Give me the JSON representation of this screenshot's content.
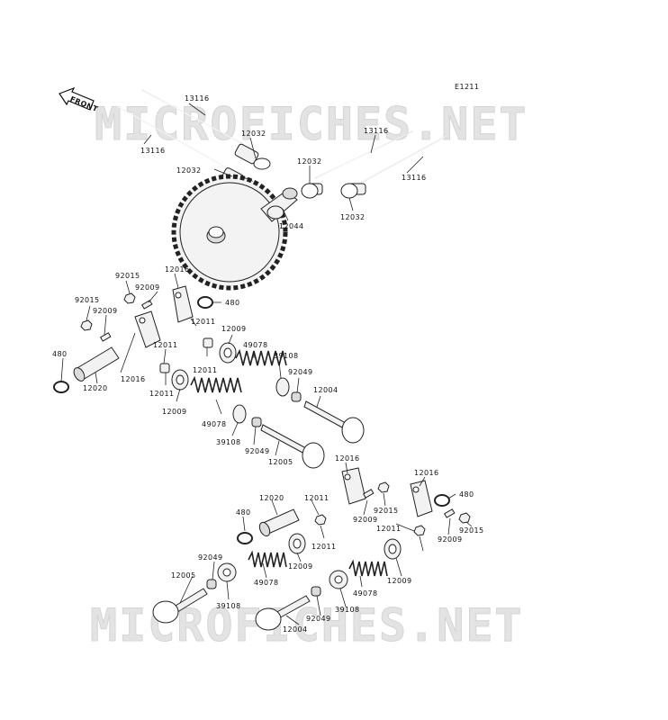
{
  "diagram_code": "E1211",
  "front_label": "FRONT",
  "watermark_text": "MICROFICHES.NET",
  "labels": [
    {
      "id": "pushrod-a",
      "text": "13116"
    },
    {
      "id": "pushrod-b",
      "text": "13116"
    },
    {
      "id": "pushrod-c",
      "text": "13116"
    },
    {
      "id": "pushrod-d",
      "text": "13116"
    },
    {
      "id": "lifter-a",
      "text": "12032"
    },
    {
      "id": "lifter-b",
      "text": "12032"
    },
    {
      "id": "lifter-c",
      "text": "12032"
    },
    {
      "id": "lifter-d",
      "text": "12032"
    },
    {
      "id": "camshaft",
      "text": "12044"
    },
    {
      "id": "nut-a",
      "text": "92015"
    },
    {
      "id": "nut-b",
      "text": "92015"
    },
    {
      "id": "nut-c",
      "text": "92015"
    },
    {
      "id": "nut-d",
      "text": "92015"
    },
    {
      "id": "screw-a",
      "text": "92009"
    },
    {
      "id": "screw-b",
      "text": "92009"
    },
    {
      "id": "screw-c",
      "text": "92009"
    },
    {
      "id": "screw-d",
      "text": "92009"
    },
    {
      "id": "arm-a",
      "text": "12016"
    },
    {
      "id": "arm-b",
      "text": "12016"
    },
    {
      "id": "arm-c",
      "text": "12016"
    },
    {
      "id": "arm-d",
      "text": "12016"
    },
    {
      "id": "clip-a",
      "text": "480"
    },
    {
      "id": "clip-b",
      "text": "480"
    },
    {
      "id": "clip-c",
      "text": "480"
    },
    {
      "id": "clip-d",
      "text": "480"
    },
    {
      "id": "collar-a",
      "text": "12011"
    },
    {
      "id": "collar-b",
      "text": "12011"
    },
    {
      "id": "collar-c",
      "text": "12011"
    },
    {
      "id": "collar-d",
      "text": "12011"
    },
    {
      "id": "collar-e",
      "text": "12011"
    },
    {
      "id": "collar-f",
      "text": "12011"
    },
    {
      "id": "collar-g",
      "text": "12011"
    },
    {
      "id": "shaft-a",
      "text": "12020"
    },
    {
      "id": "shaft-b",
      "text": "12020"
    },
    {
      "id": "retainer-a",
      "text": "12009"
    },
    {
      "id": "retainer-b",
      "text": "12009"
    },
    {
      "id": "retainer-c",
      "text": "12009"
    },
    {
      "id": "retainer-d",
      "text": "12009"
    },
    {
      "id": "spring-a",
      "text": "49078"
    },
    {
      "id": "spring-b",
      "text": "49078"
    },
    {
      "id": "spring-c",
      "text": "49078"
    },
    {
      "id": "spring-d",
      "text": "49078"
    },
    {
      "id": "seat-a",
      "text": "39108"
    },
    {
      "id": "seat-b",
      "text": "39108"
    },
    {
      "id": "seat-c",
      "text": "39108"
    },
    {
      "id": "seat-d",
      "text": "39108"
    },
    {
      "id": "seal-a",
      "text": "92049"
    },
    {
      "id": "seal-b",
      "text": "92049"
    },
    {
      "id": "seal-c",
      "text": "92049"
    },
    {
      "id": "seal-d",
      "text": "92049"
    },
    {
      "id": "valve-a",
      "text": "12004"
    },
    {
      "id": "valve-b",
      "text": "12005"
    },
    {
      "id": "valve-c",
      "text": "12005"
    },
    {
      "id": "valve-d",
      "text": "12004"
    }
  ]
}
